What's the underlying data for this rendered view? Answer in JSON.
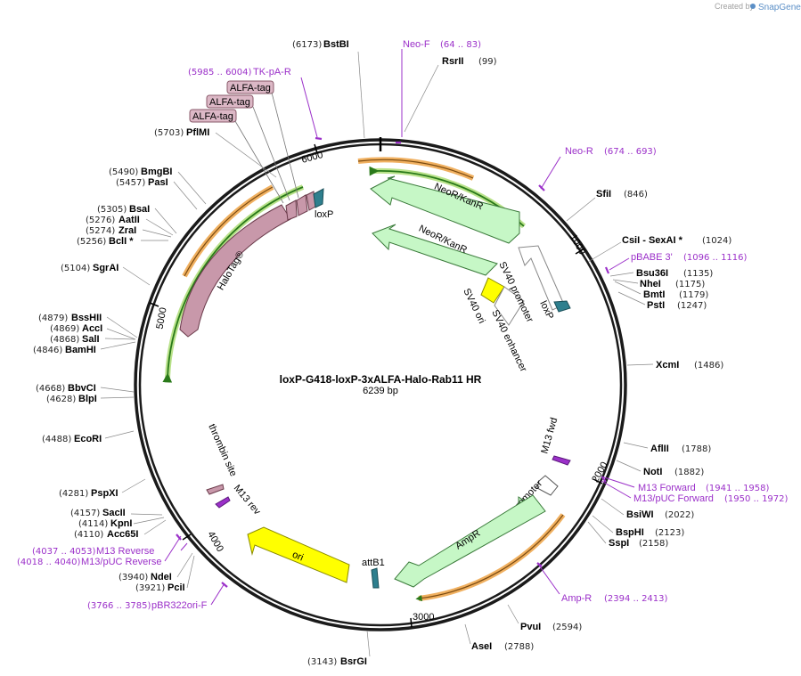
{
  "watermark": {
    "prefix": "Created by",
    "brand": "SnapGene"
  },
  "plasmid": {
    "name": "loxP-G418-loxP-3xALFA-Halo-Rab11 HR",
    "size": "6239 bp"
  },
  "ticks": [
    "1000",
    "2000",
    "3000",
    "4000",
    "5000",
    "6000"
  ],
  "sites": [
    {
      "name": "BstBI",
      "pos": "(6173)"
    },
    {
      "name": "RsrII",
      "pos": "(99)"
    },
    {
      "name": "SfiI",
      "pos": "(846)"
    },
    {
      "name": "CsiI - SexAI *",
      "pos": "(1024)"
    },
    {
      "name": "Bsu36I",
      "pos": "(1135)"
    },
    {
      "name": "NheI",
      "pos": "(1175)"
    },
    {
      "name": "BmtI",
      "pos": "(1179)"
    },
    {
      "name": "PstI",
      "pos": "(1247)"
    },
    {
      "name": "XcmI",
      "pos": "(1486)"
    },
    {
      "name": "AflII",
      "pos": "(1788)"
    },
    {
      "name": "NotI",
      "pos": "(1882)"
    },
    {
      "name": "BsiWI",
      "pos": "(2022)"
    },
    {
      "name": "BspHI",
      "pos": "(2123)"
    },
    {
      "name": "SspI",
      "pos": "(2158)"
    },
    {
      "name": "PvuI",
      "pos": "(2594)"
    },
    {
      "name": "AseI",
      "pos": "(2788)"
    },
    {
      "name": "BsrGI",
      "pos": "(3143)"
    },
    {
      "name": "PciI",
      "pos": "(3921)"
    },
    {
      "name": "NdeI",
      "pos": "(3940)"
    },
    {
      "name": "Acc65I",
      "pos": "(4110)"
    },
    {
      "name": "KpnI",
      "pos": "(4114)"
    },
    {
      "name": "SacII",
      "pos": "(4157)"
    },
    {
      "name": "PspXI",
      "pos": "(4281)"
    },
    {
      "name": "EcoRI",
      "pos": "(4488)"
    },
    {
      "name": "BlpI",
      "pos": "(4628)"
    },
    {
      "name": "BbvCI",
      "pos": "(4668)"
    },
    {
      "name": "BamHI",
      "pos": "(4846)"
    },
    {
      "name": "SalI",
      "pos": "(4868)"
    },
    {
      "name": "AccI",
      "pos": "(4869)"
    },
    {
      "name": "BssHII",
      "pos": "(4879)"
    },
    {
      "name": "SgrAI",
      "pos": "(5104)"
    },
    {
      "name": "BclI *",
      "pos": "(5256)"
    },
    {
      "name": "ZraI",
      "pos": "(5274)"
    },
    {
      "name": "AatII",
      "pos": "(5276)"
    },
    {
      "name": "BsaI",
      "pos": "(5305)"
    },
    {
      "name": "PasI",
      "pos": "(5457)"
    },
    {
      "name": "BmgBI",
      "pos": "(5490)"
    },
    {
      "name": "PflMI",
      "pos": "(5703)"
    }
  ],
  "primers": [
    {
      "name": "Neo-F",
      "range": "(64 .. 83)"
    },
    {
      "name": "Neo-R",
      "range": "(674 .. 693)"
    },
    {
      "name": "pBABE 3'",
      "range": "(1096 .. 1116)"
    },
    {
      "name": "M13 Forward",
      "range": "(1941 .. 1958)"
    },
    {
      "name": "M13/pUC Forward",
      "range": "(1950 .. 1972)"
    },
    {
      "name": "Amp-R",
      "range": "(2394 .. 2413)"
    },
    {
      "name": "pBR322ori-F",
      "range": "(3766 .. 3785)"
    },
    {
      "name": "M13/pUC Reverse",
      "range": "(4018 .. 4040)"
    },
    {
      "name": "M13 Reverse",
      "range": "(4037 .. 4053)"
    },
    {
      "name": "TK-pA-R",
      "range": "(5985 .. 6004)"
    }
  ],
  "features": {
    "neo1": "NeoR/KanR",
    "neo2": "NeoR/KanR",
    "sv40_promoter": "SV40 promoter",
    "sv40_ori": "SV40 ori",
    "sv40_enhancer": "SV40 enhancer",
    "loxp_right": "loxP",
    "loxp_left": "loxP",
    "halotag": "HaloTag®",
    "alfa1": "ALFA-tag",
    "alfa2": "ALFA-tag",
    "alfa3": "ALFA-tag",
    "m13_fwd": "M13 fwd",
    "ampr_promoter": "AmpR promoter",
    "ampr": "AmpR",
    "attb1": "attB1",
    "ori": "ori",
    "thrombin": "thrombin site",
    "m13_rev": "M13 rev"
  },
  "colors": {
    "neo": "#c6f7c6",
    "halo": "#c898aa",
    "ori": "#ffff00",
    "loxp": "#2e7f8e",
    "orf_orange": "#f0b060",
    "orf_green": "#2a7a1a",
    "primer": "#9b30c9"
  }
}
